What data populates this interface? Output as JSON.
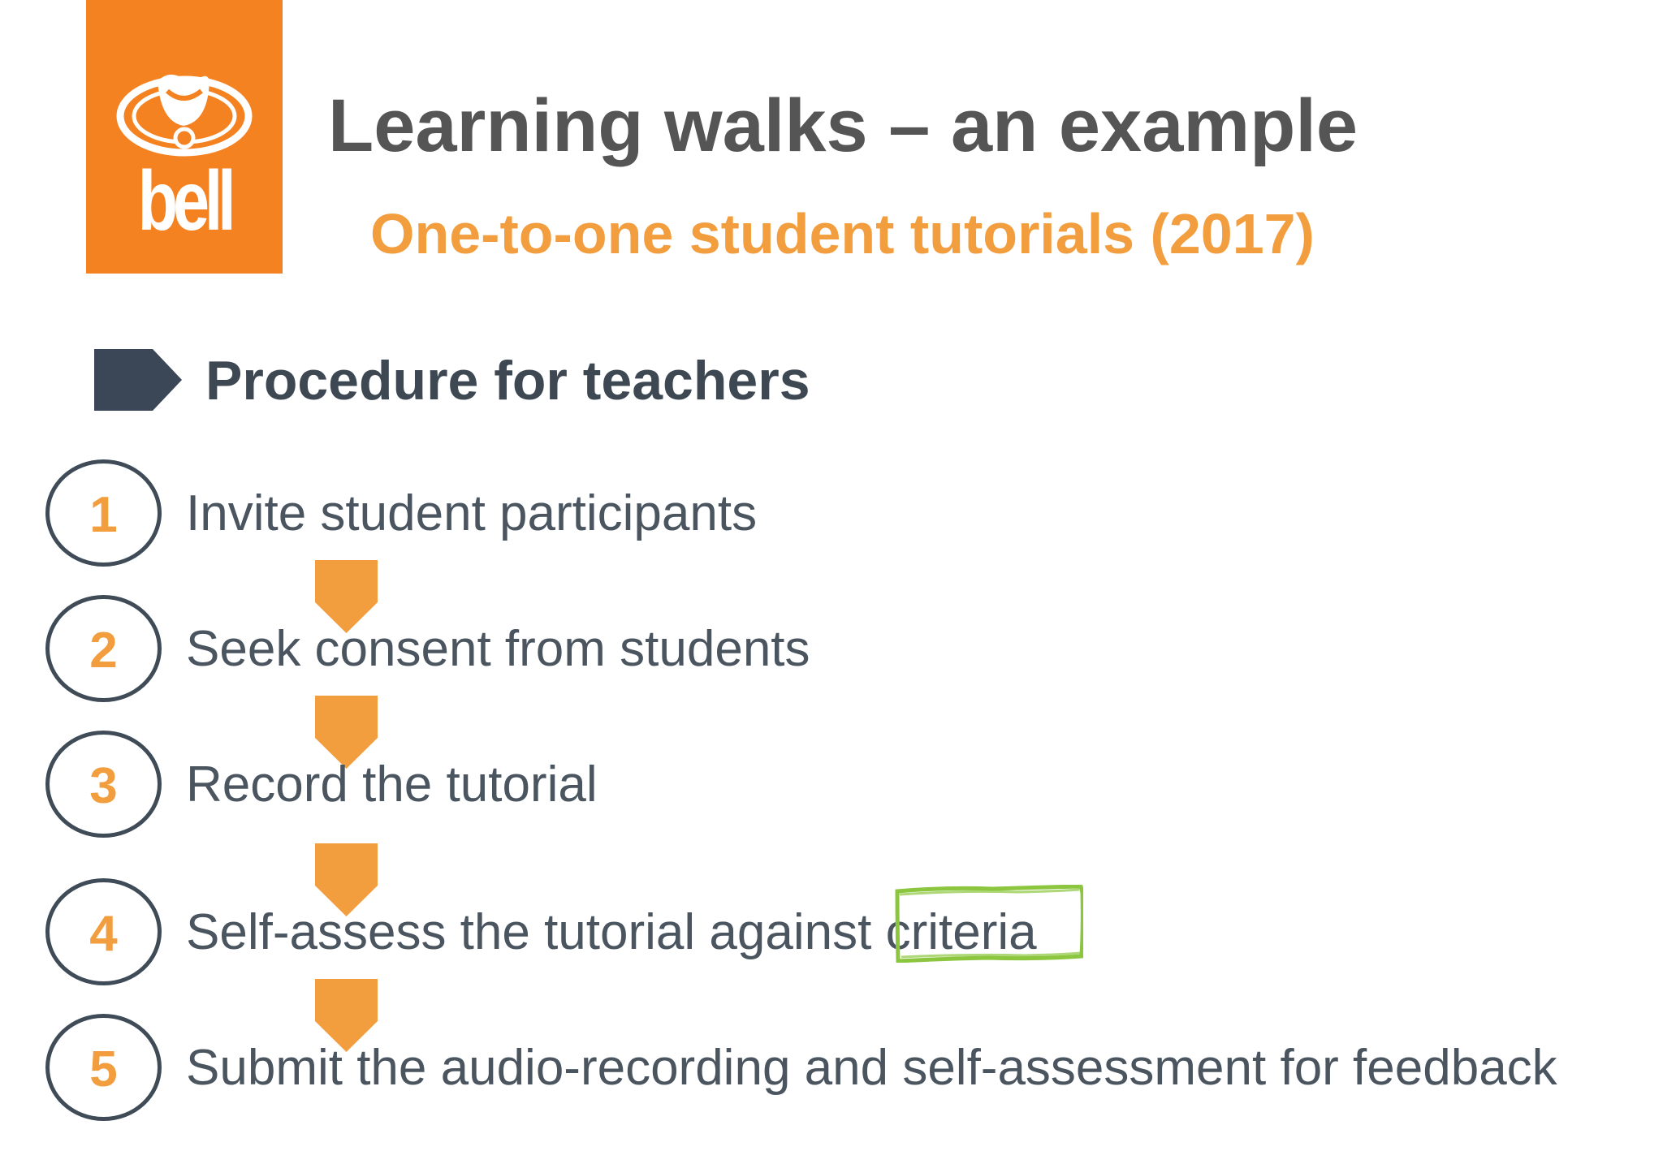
{
  "logo": {
    "icon": "bell-icon",
    "wordmark": "bell",
    "brand_color": "#f58220"
  },
  "header": {
    "title": "Learning walks – an example",
    "subtitle": "One-to-one student tutorials (2017)"
  },
  "section": {
    "heading": "Procedure for teachers",
    "marker_icon": "pentagon-arrow-icon"
  },
  "steps": [
    {
      "number": "1",
      "text": "Invite student participants"
    },
    {
      "number": "2",
      "text": "Seek consent from students"
    },
    {
      "number": "3",
      "text": "Record the tutorial"
    },
    {
      "number": "4",
      "text_before": "Self-assess the tutorial against",
      "highlight": "criteria"
    },
    {
      "number": "5",
      "text": "Submit the audio-recording and self-assessment for feedback"
    }
  ],
  "colors": {
    "accent_orange": "#f29d3e",
    "circle_border": "#3f4b57",
    "title_gray": "#555555",
    "body_text": "#4a5560",
    "highlight_green": "#8cc63f"
  }
}
